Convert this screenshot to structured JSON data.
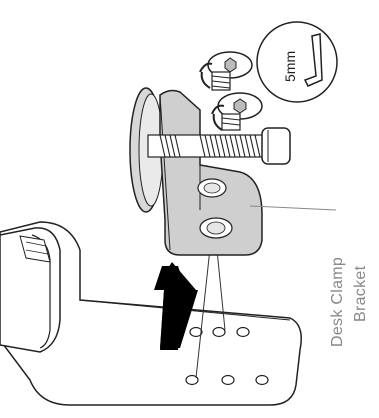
{
  "callout": {
    "tool_size": "5mm",
    "tool_icon": "allen-key-icon"
  },
  "part_label": {
    "line1": "Desk Clamp",
    "line2": "Bracket"
  },
  "arrow": {
    "direction": "up",
    "icon": "up-arrow-icon"
  },
  "colors": {
    "bracket_fill": "#cfcfcf",
    "outline": "#222222",
    "label_text": "#888888",
    "arrow_fill": "#000000"
  }
}
